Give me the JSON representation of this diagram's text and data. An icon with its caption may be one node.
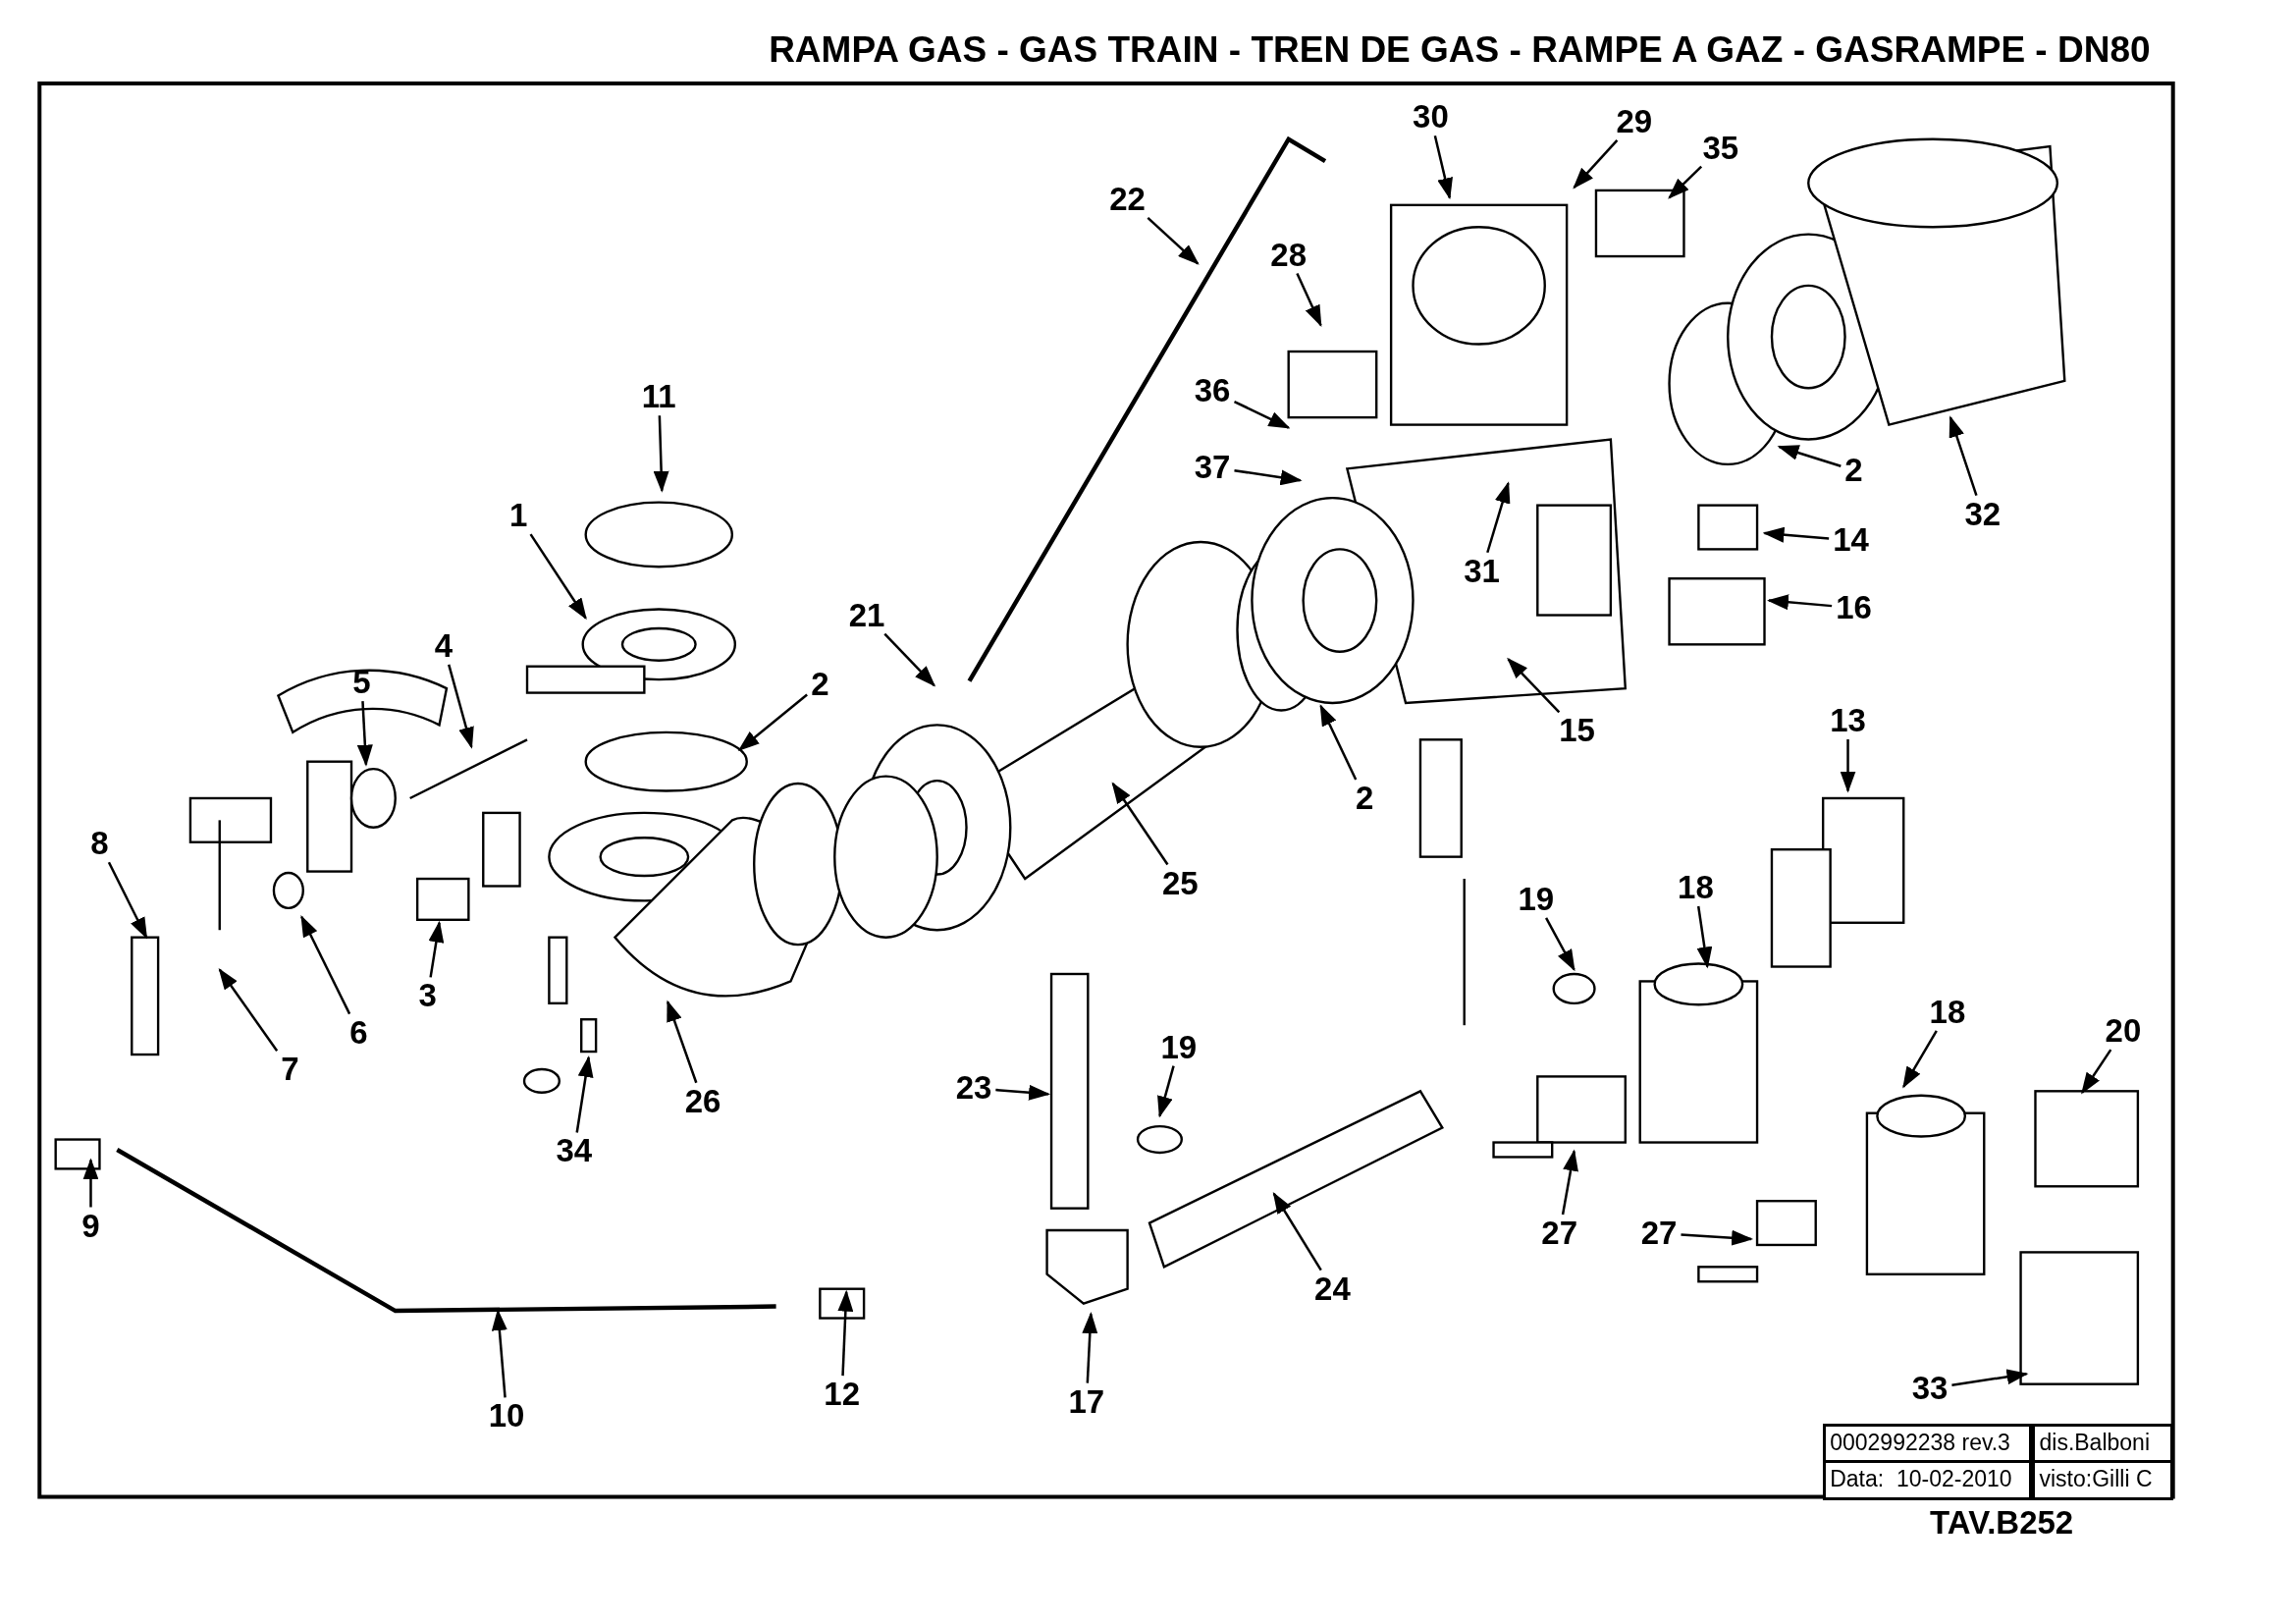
{
  "diagram": {
    "title": "RAMPA GAS - GAS TRAIN - TREN DE GAS - RAMPE A GAZ - GASRAMPE - DN80",
    "nodes": [
      {
        "text": [
          "30"
        ]
      },
      {
        "text": [
          "29"
        ]
      },
      {
        "text": [
          "35"
        ]
      },
      {
        "text": [
          "22"
        ]
      },
      {
        "text": [
          "28"
        ]
      },
      {
        "text": [
          "11"
        ]
      },
      {
        "text": [
          "36"
        ]
      },
      {
        "text": [
          "2"
        ]
      },
      {
        "text": [
          "32"
        ]
      },
      {
        "text": [
          "37"
        ]
      },
      {
        "text": [
          "1"
        ]
      },
      {
        "text": [
          "14"
        ]
      },
      {
        "text": [
          "31"
        ]
      },
      {
        "text": [
          "16"
        ]
      },
      {
        "text": [
          "21"
        ]
      },
      {
        "text": [
          "4"
        ]
      },
      {
        "text": [
          "5"
        ]
      },
      {
        "text": [
          "2"
        ]
      },
      {
        "text": [
          "13"
        ]
      },
      {
        "text": [
          "15"
        ]
      },
      {
        "text": [
          "2"
        ]
      },
      {
        "text": [
          "8"
        ]
      },
      {
        "text": [
          "25"
        ]
      },
      {
        "text": [
          "19"
        ]
      },
      {
        "text": [
          "18"
        ]
      },
      {
        "text": [
          "3"
        ]
      },
      {
        "text": [
          "6"
        ]
      },
      {
        "text": [
          "18"
        ]
      },
      {
        "text": [
          "20"
        ]
      },
      {
        "text": [
          "7"
        ]
      },
      {
        "text": [
          "26"
        ]
      },
      {
        "text": [
          "34"
        ]
      },
      {
        "text": [
          "19"
        ]
      },
      {
        "text": [
          "23"
        ]
      },
      {
        "text": [
          "27"
        ]
      },
      {
        "text": [
          "27"
        ]
      },
      {
        "text": [
          "9"
        ]
      },
      {
        "text": [
          "24"
        ]
      },
      {
        "text": [
          "10"
        ]
      },
      {
        "text": [
          "12"
        ]
      },
      {
        "text": [
          "17"
        ]
      },
      {
        "text": [
          "33"
        ]
      }
    ],
    "edges": [
      {
        "from": 0,
        "to": null,
        "arrow": "to"
      },
      {
        "from": 1,
        "to": null,
        "arrow": "to"
      },
      {
        "from": 2,
        "to": null,
        "arrow": "to"
      },
      {
        "from": 3,
        "to": null,
        "arrow": "to"
      },
      {
        "from": 4,
        "to": null,
        "arrow": "to"
      },
      {
        "from": 5,
        "to": null,
        "arrow": "to"
      },
      {
        "from": 6,
        "to": null,
        "arrow": "to"
      },
      {
        "from": 7,
        "to": null,
        "arrow": "to"
      },
      {
        "from": 8,
        "to": null,
        "arrow": "to"
      },
      {
        "from": 9,
        "to": null,
        "arrow": "to"
      },
      {
        "from": 10,
        "to": null,
        "arrow": "to"
      },
      {
        "from": 11,
        "to": null,
        "arrow": "to"
      },
      {
        "from": 12,
        "to": null,
        "arrow": "to"
      },
      {
        "from": 13,
        "to": null,
        "arrow": "to"
      },
      {
        "from": 14,
        "to": null,
        "arrow": "to"
      },
      {
        "from": 15,
        "to": null,
        "arrow": "to"
      },
      {
        "from": 16,
        "to": null,
        "arrow": "to"
      },
      {
        "from": 17,
        "to": null,
        "arrow": "to"
      },
      {
        "from": 18,
        "to": null,
        "arrow": "to"
      },
      {
        "from": 19,
        "to": null,
        "arrow": "to"
      },
      {
        "from": 20,
        "to": null,
        "arrow": "to"
      },
      {
        "from": 21,
        "to": null,
        "arrow": "to"
      },
      {
        "from": 22,
        "to": null,
        "arrow": "to"
      },
      {
        "from": 23,
        "to": null,
        "arrow": "to"
      },
      {
        "from": 24,
        "to": null,
        "arrow": "to"
      },
      {
        "from": 25,
        "to": null,
        "arrow": "to"
      },
      {
        "from": 26,
        "to": null,
        "arrow": "to"
      },
      {
        "from": 27,
        "to": null,
        "arrow": "to"
      },
      {
        "from": 28,
        "to": null,
        "arrow": "to"
      },
      {
        "from": 29,
        "to": null,
        "arrow": "to"
      },
      {
        "from": 30,
        "to": null,
        "arrow": "to"
      },
      {
        "from": 31,
        "to": null,
        "arrow": "to"
      },
      {
        "from": 32,
        "to": null,
        "arrow": "to"
      },
      {
        "from": 33,
        "to": null,
        "arrow": "to"
      },
      {
        "from": 34,
        "to": null,
        "arrow": "to"
      },
      {
        "from": 35,
        "to": null,
        "arrow": "to"
      },
      {
        "from": 36,
        "to": null,
        "arrow": "to"
      },
      {
        "from": 37,
        "to": null,
        "arrow": "to"
      },
      {
        "from": 38,
        "to": null,
        "arrow": "to"
      },
      {
        "from": 39,
        "to": null,
        "arrow": "to"
      },
      {
        "from": 40,
        "to": null,
        "arrow": "to"
      },
      {
        "from": 41,
        "to": null,
        "arrow": "to"
      }
    ],
    "labels": [
      "0002992238 rev.3",
      "dis.Balboni",
      "Data:  10-02-2010",
      "visto:Gilli C",
      "TAV.B252"
    ]
  }
}
